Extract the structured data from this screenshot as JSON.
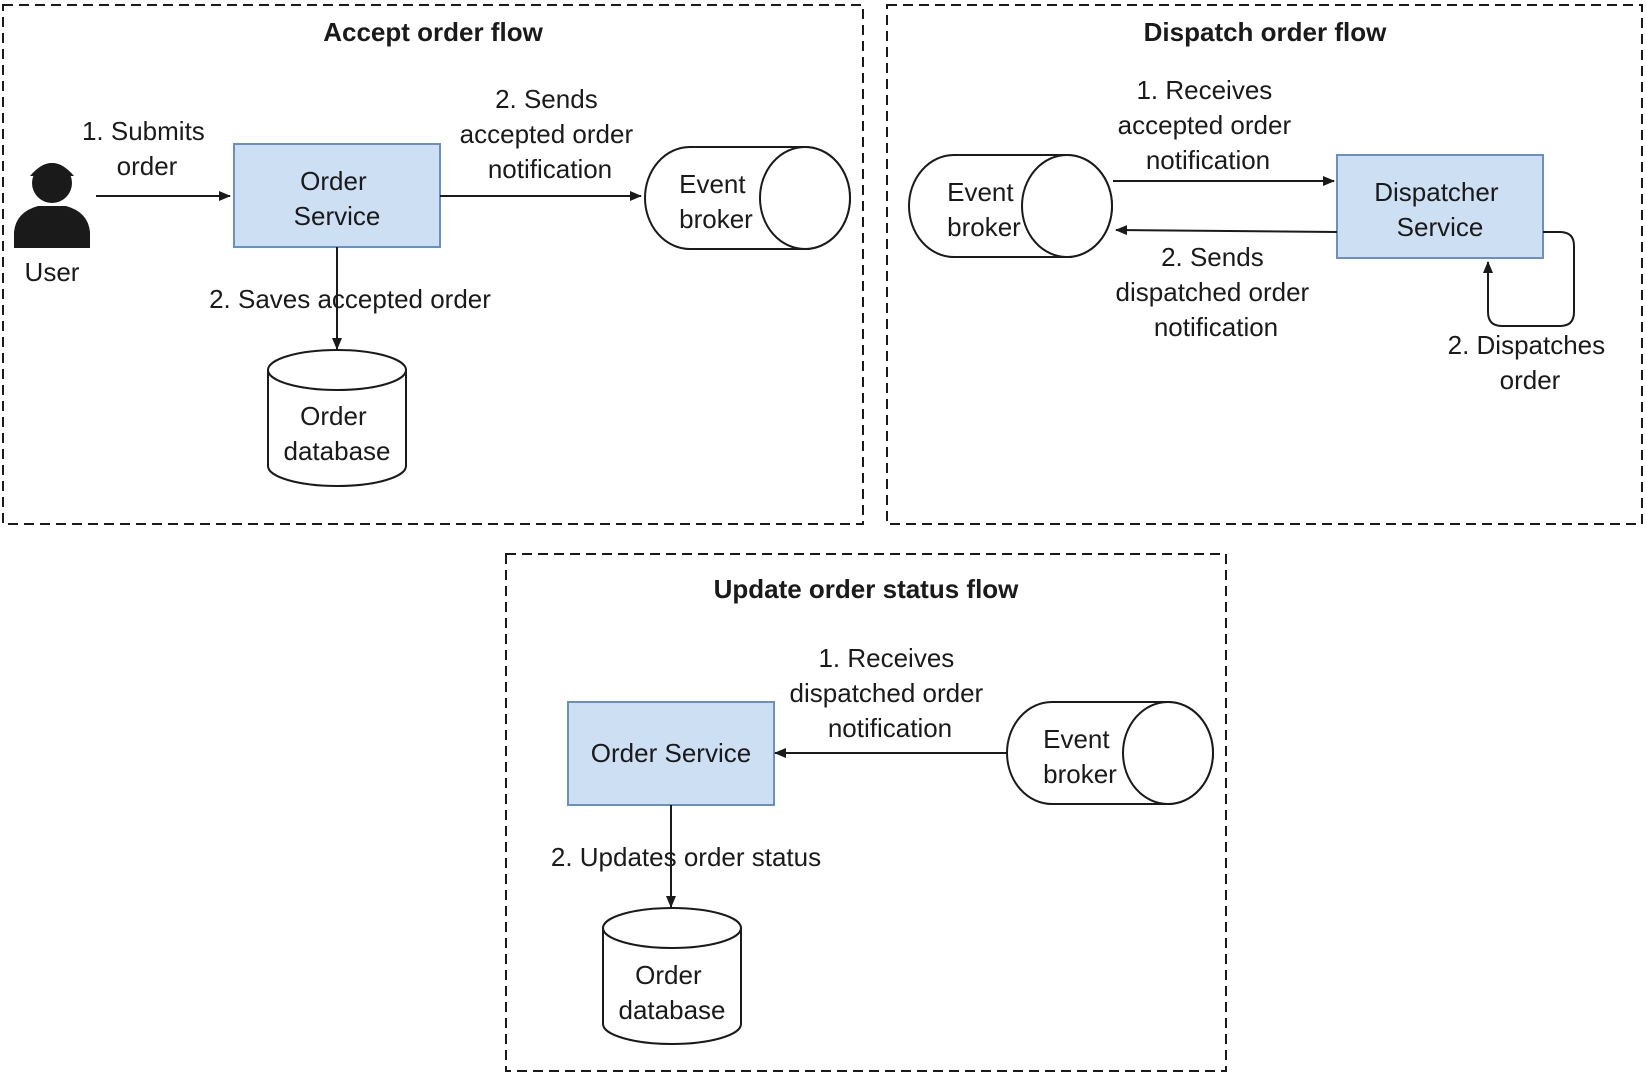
{
  "accept_flow": {
    "title": "Accept order flow",
    "user_label": "User",
    "step_submit": [
      "1. Submits",
      "order"
    ],
    "order_service": [
      "Order",
      "Service"
    ],
    "step_send": [
      "2. Sends",
      "accepted order",
      "notification"
    ],
    "event_broker": [
      "Event",
      "broker"
    ],
    "step_save": [
      "2. Saves accepted order"
    ],
    "order_database": [
      "Order",
      "database"
    ]
  },
  "dispatch_flow": {
    "title": "Dispatch order flow",
    "event_broker": [
      "Event",
      "broker"
    ],
    "step_receive": [
      "1. Receives",
      "accepted order",
      "notification"
    ],
    "dispatcher_service": [
      "Dispatcher",
      "Service"
    ],
    "step_send": [
      "2. Sends",
      "dispatched order",
      "notification"
    ],
    "step_dispatch": [
      "2. Dispatches",
      "order"
    ]
  },
  "update_flow": {
    "title": "Update order status flow",
    "step_receive": [
      "1. Receives",
      "dispatched order",
      "notification"
    ],
    "order_service": [
      "Order Service"
    ],
    "event_broker": [
      "Event",
      "broker"
    ],
    "step_update": [
      "2. Updates order status"
    ],
    "order_database": [
      "Order",
      "database"
    ]
  },
  "colors": {
    "service_fill": "#cddff2",
    "service_stroke": "#6b8fbf",
    "line": "#1a1a1a"
  },
  "icons": [
    "user-icon",
    "event-broker-cylinder-icon",
    "database-cylinder-icon"
  ]
}
